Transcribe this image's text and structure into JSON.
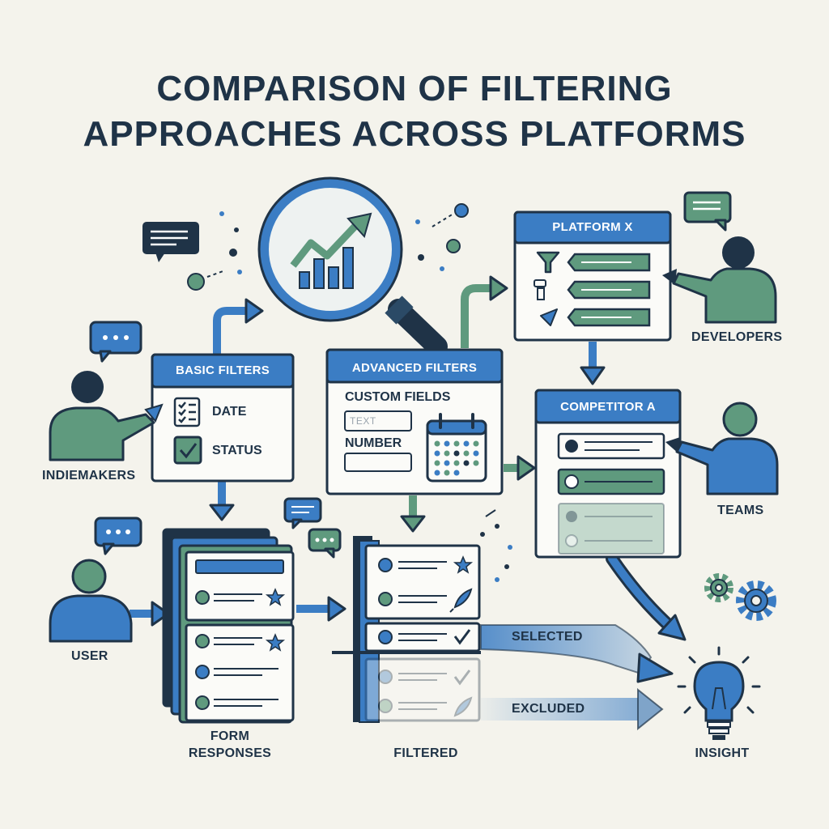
{
  "title": {
    "line1": "COMPARISON OF FILTERING",
    "line2": "APPROACHES ACROSS PLATFORMS"
  },
  "panels": {
    "basic": {
      "header": "BASIC FILTERS",
      "items": [
        "DATE",
        "STATUS"
      ]
    },
    "advanced": {
      "header": "ADVANCED FILTERS",
      "custom_fields": "CUSTOM FIELDS",
      "text_placeholder": "TEXT",
      "number": "NUMBER"
    },
    "platform_x": {
      "header": "PLATFORM X"
    },
    "competitor_a": {
      "header": "COMPETITOR A"
    }
  },
  "actors": {
    "indiemakers": "INDIEMAKERS",
    "user": "USER",
    "developers": "DEVELOPERS",
    "teams": "TEAMS"
  },
  "stages": {
    "form_responses_1": "FORM",
    "form_responses_2": "RESPONSES",
    "filtered": "FILTERED",
    "selected": "SELECTED",
    "excluded": "EXCLUDED",
    "insight": "INSIGHT"
  },
  "icons": [
    "magnifier-chart-icon",
    "chat-bubble-icon",
    "person-icon",
    "filter-funnel-icon",
    "calendar-icon",
    "checklist-icon",
    "checkbox-icon",
    "star-icon",
    "rocket-icon",
    "checkmark-icon",
    "gear-icon",
    "lightbulb-icon"
  ],
  "colors": {
    "navy": "#1f3347",
    "blue": "#3b7dc4",
    "green": "#5f9a7e",
    "background": "#f4f3ec"
  }
}
